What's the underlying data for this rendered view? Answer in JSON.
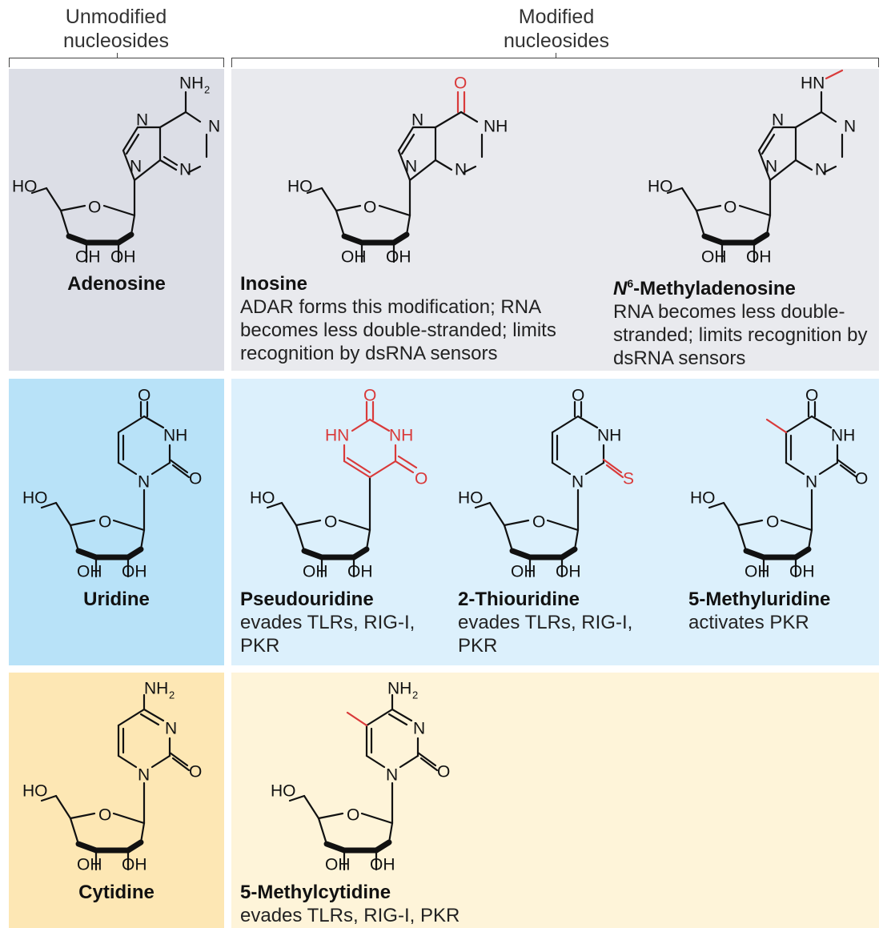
{
  "headers": {
    "unmodified": [
      "Unmodified",
      "nucleosides"
    ],
    "modified": [
      "Modified",
      "nucleosides"
    ]
  },
  "colors": {
    "adenine_unmod_bg": "#dcdee6",
    "adenine_mod_bg": "#e9eaee",
    "uridine_unmod_bg": "#b8e2f8",
    "uridine_mod_bg": "#dcf0fc",
    "cytidine_unmod_bg": "#fde7b4",
    "cytidine_mod_bg": "#fef4d9",
    "modification": "#d93a3a",
    "bond": "#111111"
  },
  "nucleosides": {
    "adenosine": {
      "name": "Adenosine",
      "desc": ""
    },
    "inosine": {
      "name": "Inosine",
      "desc": "ADAR forms this modification; RNA becomes less double-stranded; limits recognition by dsRNA sensors"
    },
    "m6a": {
      "name_prefix": "N",
      "name_sup": "6",
      "name_rest": "-Methyladenosine",
      "desc": "RNA becomes less double-stranded; limits recognition by dsRNA sensors"
    },
    "uridine": {
      "name": "Uridine",
      "desc": ""
    },
    "pseudouridine": {
      "name": "Pseudouridine",
      "desc": "evades TLRs, RIG-I, PKR"
    },
    "thiouridine": {
      "name": "2-Thiouridine",
      "desc": "evades TLRs, RIG-I, PKR"
    },
    "methyluridine": {
      "name": "5-Methyluridine",
      "desc": "activates PKR"
    },
    "cytidine": {
      "name": "Cytidine",
      "desc": ""
    },
    "methylcytidine": {
      "name": "5-Methylcytidine",
      "desc": "evades TLRs, RIG-I, PKR"
    }
  },
  "atoms": {
    "ho": "HO",
    "o": "O",
    "oh": "OH",
    "n": "N",
    "nh": "NH",
    "hn": "HN",
    "s": "S",
    "nh2": "NH",
    "sub2": "2"
  }
}
